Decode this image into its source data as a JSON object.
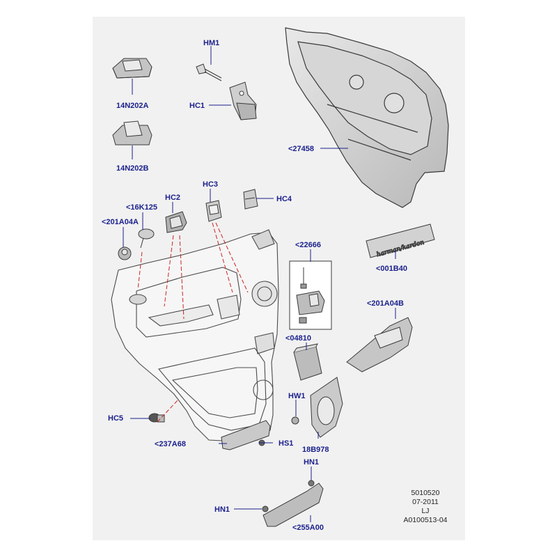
{
  "part_labels": {
    "hm1": "HM1",
    "hc1": "HC1",
    "p14n202a": "14N202A",
    "p14n202b": "14N202B",
    "p27458": "<27458",
    "hc2": "HC2",
    "hc3": "HC3",
    "hc4": "HC4",
    "p16k125": "<16K125",
    "p201a04a": "<201A04A",
    "p22666": "<22666",
    "p001b40": "<001B40",
    "p201a04b": "<201A04B",
    "p04810": "<04810",
    "hw1": "HW1",
    "hc5": "HC5",
    "hs1": "HS1",
    "p18b978": "18B978",
    "p237a68": "<237A68",
    "hn1_top": "HN1",
    "hn1_left": "HN1",
    "p255a00": "<255A00"
  },
  "badge_text": "harman/kardon",
  "footer": {
    "line1": "5010520",
    "line2": "07-2011",
    "line3": "LJ",
    "line4": "A0100513-04"
  },
  "colors": {
    "label": "#1a1f8c",
    "leader": "#1a1f8c",
    "callout_red": "#cc2222",
    "panel": "#f1f1f1",
    "part_fill": "#c8c8c8",
    "outline": "#3a3a3a"
  }
}
